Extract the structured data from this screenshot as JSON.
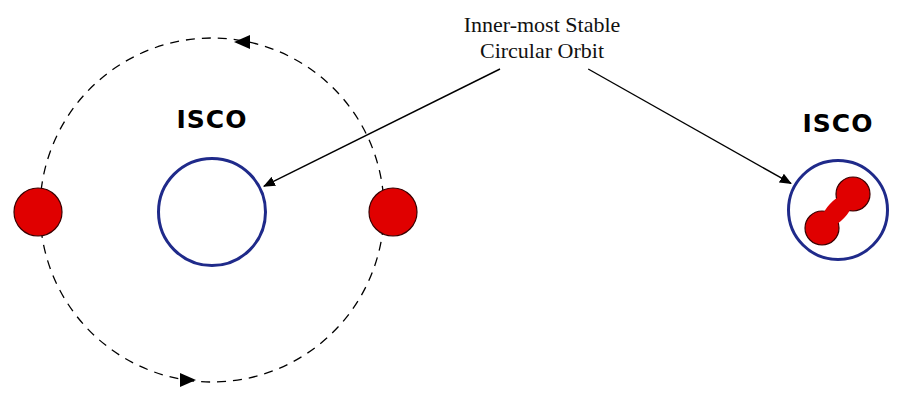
{
  "diagram": {
    "nodes": [
      {
        "text": [
          "Inner-most Stable Circular Orbit"
        ]
      },
      {
        "text": [
          "ISCO"
        ]
      },
      {
        "text": [
          "ISCO"
        ]
      }
    ],
    "edges": [
      {
        "from": 0,
        "to": 1,
        "arrow": "to"
      },
      {
        "from": 0,
        "to": 2,
        "arrow": "to"
      }
    ]
  }
}
